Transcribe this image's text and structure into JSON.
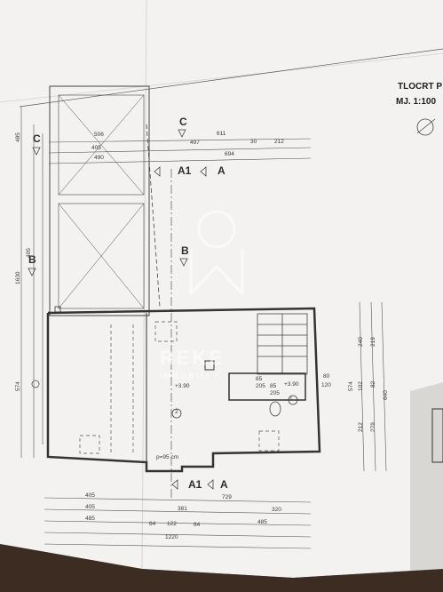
{
  "title": {
    "line1": "TLOCRT P",
    "scale": "MJ. 1:100"
  },
  "watermark": {
    "brand": "REKE",
    "sub": "IMMOBILI"
  },
  "section_marks": [
    "C",
    "C",
    "B",
    "B",
    "A1",
    "A",
    "A1",
    "A"
  ],
  "top_dims": [
    "506",
    "611",
    "497",
    "212",
    "405",
    "30",
    "490",
    "694"
  ],
  "left_dims": [
    "485",
    "1630",
    "405",
    "574"
  ],
  "right_dims": [
    "240",
    "219",
    "574",
    "102",
    "82",
    "640",
    "212",
    "279"
  ],
  "bottom_dims": [
    "405",
    "729",
    "405",
    "381",
    "320",
    "485",
    "64",
    "122",
    "64",
    "485",
    "1220"
  ],
  "room_labels": [
    "1",
    "2",
    "+3.90",
    "+3.90",
    "p=95 cm",
    "80",
    "120",
    "85",
    "205",
    "85",
    "205"
  ],
  "colors": {
    "paper": "#f3f2f0",
    "line": "#3a3a3a",
    "background": "#8f857c"
  }
}
